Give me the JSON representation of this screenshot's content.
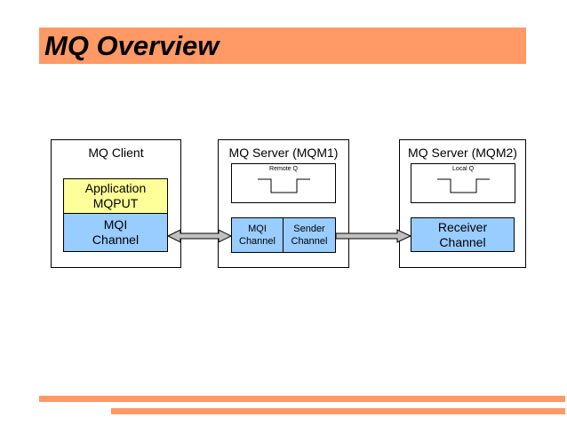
{
  "slide": {
    "title": "MQ Overview"
  },
  "client": {
    "label": "MQ Client",
    "app_line1": "Application",
    "app_line2": "MQPUT",
    "mqi_line1": "MQI",
    "mqi_line2": "Channel"
  },
  "server1": {
    "label": "MQ Server (MQM1)",
    "queue_label": "Remote Q",
    "mqi_line1": "MQI",
    "mqi_line2": "Channel",
    "sender_line1": "Sender",
    "sender_line2": "Channel"
  },
  "server2": {
    "label": "MQ Server (MQM2)",
    "queue_label": "Local Q",
    "receiver_line1": "Receiver",
    "receiver_line2": "Channel"
  },
  "colors": {
    "accent": "#ff9966",
    "application": "#ffff99",
    "channel": "#99ccff",
    "arrow": "#c0c0c0"
  }
}
